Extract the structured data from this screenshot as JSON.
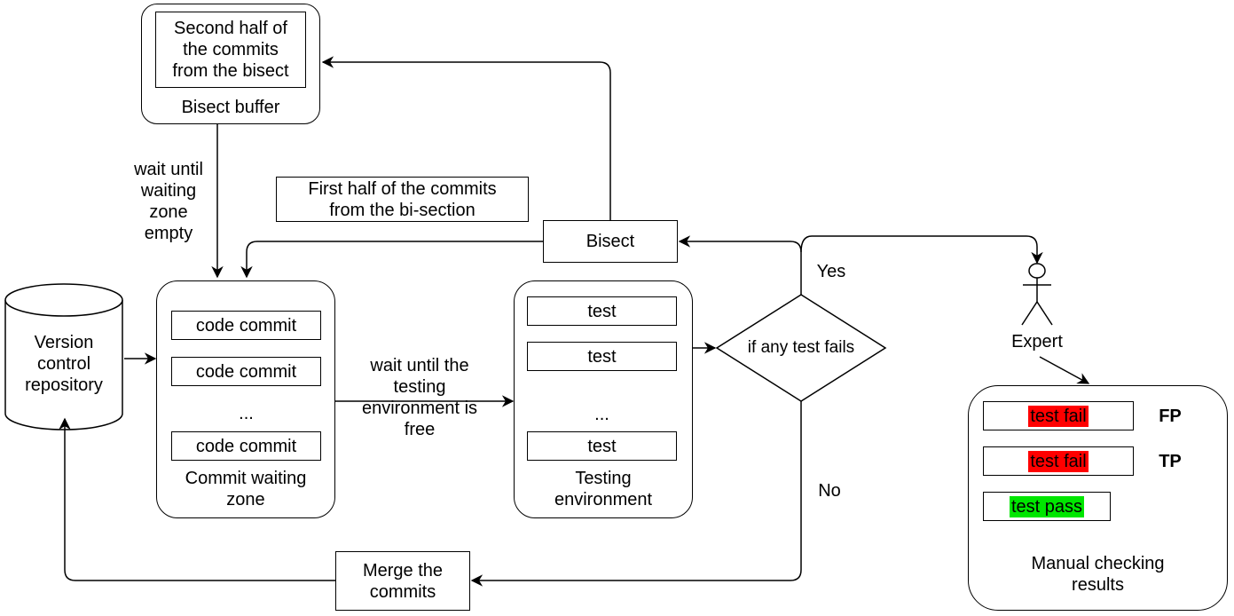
{
  "bisect_buffer": {
    "inner_text": "Second half of\nthe commits\nfrom the bisect",
    "label": "Bisect buffer"
  },
  "wait_label_left": "wait until\nwaiting\nzone\nempty",
  "first_half_label": "First half of the commits\nfrom the bi-section",
  "bisect": "Bisect",
  "repository": "Version\ncontrol\nrepository",
  "waiting_zone": {
    "items": [
      "code commit",
      "code commit",
      "...",
      "code commit"
    ],
    "label": "Commit waiting\nzone"
  },
  "wait_label_middle": "wait until the\ntesting\nenvironment is\nfree",
  "testing_env": {
    "items": [
      "test",
      "test",
      "...",
      "test"
    ],
    "label": "Testing\nenvironment"
  },
  "decision": "if any test fails",
  "yes_label": "Yes",
  "no_label": "No",
  "merge": "Merge the\ncommits",
  "expert": "Expert",
  "manual": {
    "rows": [
      {
        "result": "test fail",
        "tag": "FP"
      },
      {
        "result": "test fail",
        "tag": "TP"
      },
      {
        "result": "test pass",
        "tag": ""
      }
    ],
    "label": "Manual checking\nresults"
  }
}
